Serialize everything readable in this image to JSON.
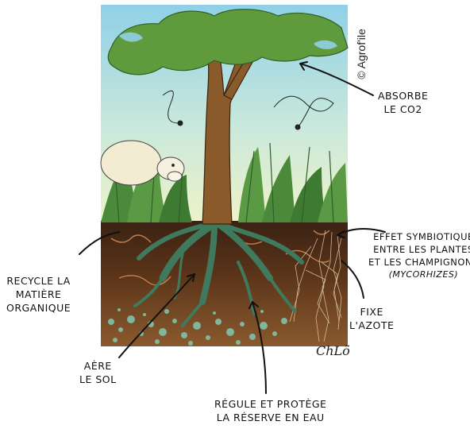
{
  "copyright": "© Agrof'ile",
  "signature": "ChLö",
  "labels": {
    "absorbe": [
      "ABSORBE",
      "LE CO2"
    ],
    "effet": [
      "EFFET SYMBIOTIQUE",
      "ENTRE LES PLANTES",
      "ET LES CHAMPIGNONS",
      "(MYCORHIZES)"
    ],
    "recycle": [
      "RECYCLE LA",
      "MATIÈRE",
      "ORGANIQUE"
    ],
    "fixe": [
      "FIXE",
      "L'AZOTE"
    ],
    "aere": [
      "AÈRE",
      "LE SOL"
    ],
    "regule": [
      "RÉGULE ET PROTÈGE",
      "LA RÉSERVE EN EAU"
    ]
  }
}
